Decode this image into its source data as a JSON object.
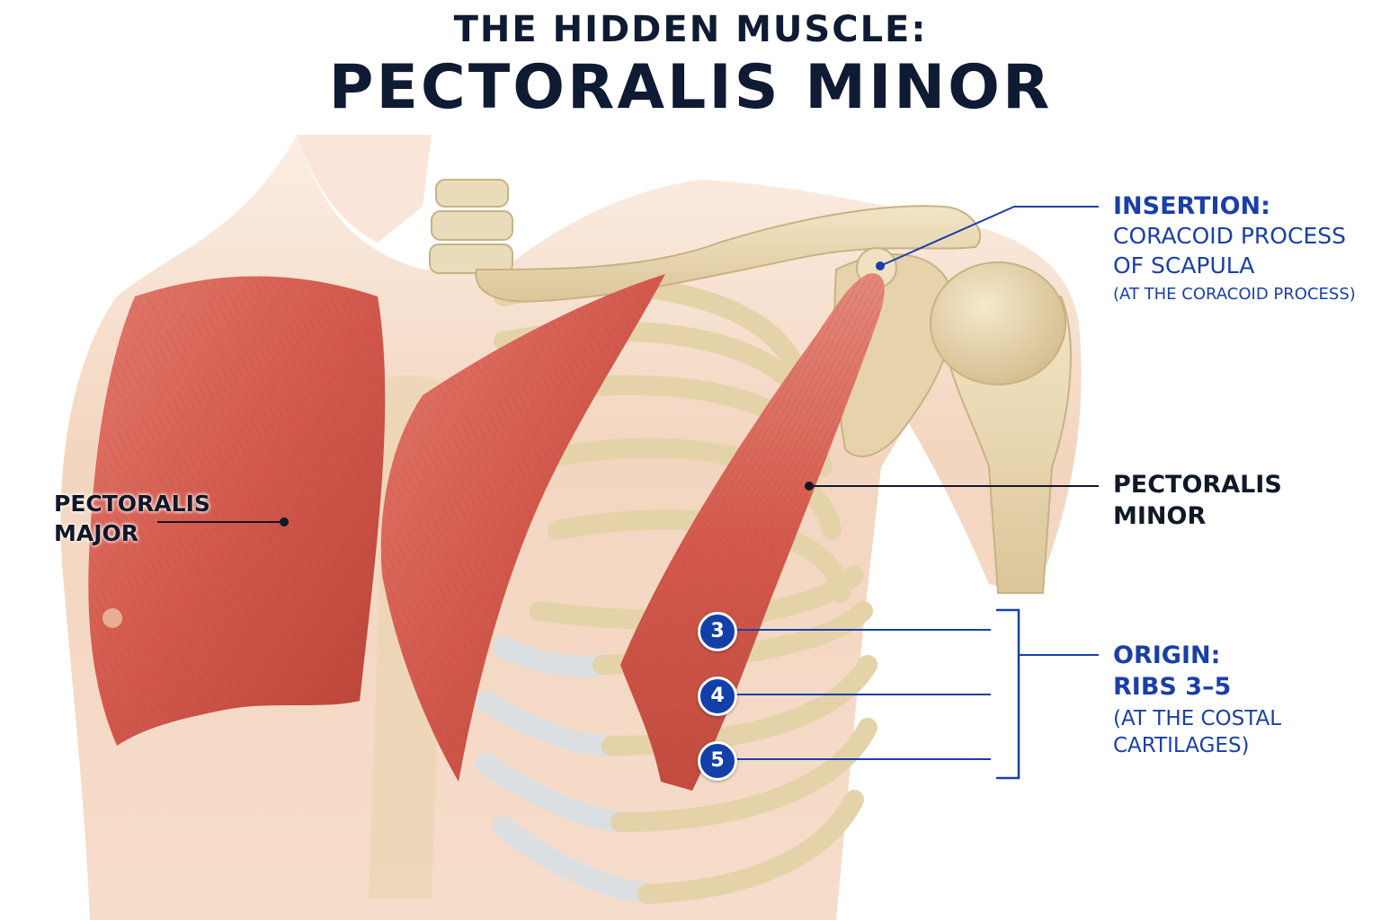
{
  "title": {
    "line1": "THE HIDDEN MUSCLE:",
    "line2": "PECTORALIS MINOR"
  },
  "labels": {
    "pectoralis_major": [
      "PECTORALIS",
      "MAJOR"
    ],
    "insertion": {
      "heading": "INSERTION:",
      "lines": [
        "CORACOID PROCESS",
        "OF SCAPULA"
      ],
      "note": "(AT THE CORACOID PROCESS)"
    },
    "pectoralis_minor": [
      "PECTORALIS",
      "MINOR"
    ],
    "origin": {
      "heading": "ORIGIN:",
      "lines": [
        "RIBS 3–5"
      ],
      "note": [
        "(AT THE COSTAL",
        "CARTILAGES)"
      ]
    }
  },
  "rib_markers": [
    "3",
    "4",
    "5"
  ],
  "colors": {
    "title": "#0f1a33",
    "accent_blue": "#1a3fa8",
    "muscle": "#d2584c",
    "bone": "#e8d7b0",
    "cartilage": "#dfe2e4",
    "skin": "#f3d6c0"
  }
}
